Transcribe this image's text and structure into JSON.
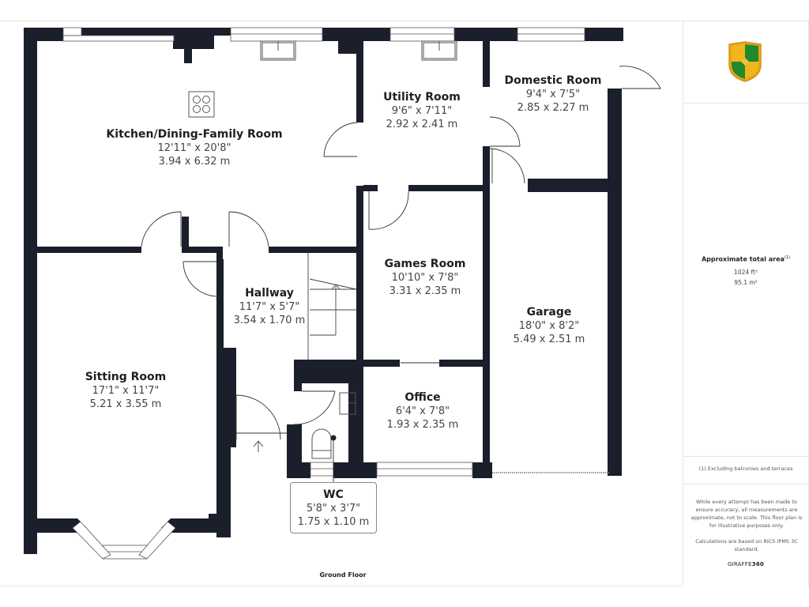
{
  "floor": {
    "name": "Ground Floor",
    "wall_color": "#1b1f2b",
    "rooms": [
      {
        "id": "kitchen",
        "name": "Kitchen/Dining-Family Room",
        "imperial": "12'11\" x 20'8\"",
        "metric": "3.94 x 6.32 m"
      },
      {
        "id": "utility",
        "name": "Utility Room",
        "imperial": "9'6\" x 7'11\"",
        "metric": "2.92 x 2.41 m"
      },
      {
        "id": "domestic",
        "name": "Domestic Room",
        "imperial": "9'4\" x 7'5\"",
        "metric": "2.85 x 2.27 m"
      },
      {
        "id": "games",
        "name": "Games Room",
        "imperial": "10'10\" x 7'8\"",
        "metric": "3.31 x 2.35 m"
      },
      {
        "id": "hallway",
        "name": "Hallway",
        "imperial": "11'7\" x 5'7\"",
        "metric": "3.54 x 1.70 m"
      },
      {
        "id": "garage",
        "name": "Garage",
        "imperial": "18'0\" x 8'2\"",
        "metric": "5.49 x 2.51 m"
      },
      {
        "id": "sitting",
        "name": "Sitting Room",
        "imperial": "17'1\" x 11'7\"",
        "metric": "5.21 x 3.55 m"
      },
      {
        "id": "office",
        "name": "Office",
        "imperial": "6'4\" x 7'8\"",
        "metric": "1.93 x 2.35 m"
      },
      {
        "id": "wc",
        "name": "WC",
        "imperial": "5'8\" x 3'7\"",
        "metric": "1.75 x 1.10 m"
      }
    ]
  },
  "sidebar": {
    "logo_icon": "shield-crest-logo",
    "logo_colors": {
      "gold": "#f2b51c",
      "green": "#1f8a2c"
    },
    "area_title": "Approximate total area",
    "area_note_marker": "(1)",
    "area_sqft": "1024 ft²",
    "area_sqm": "95.1 m²",
    "footnote": "(1) Excluding balconies and terraces",
    "disclaimer": "While every attempt has been made to ensure accuracy, all measurements are approximate, not to scale. This floor plan is for illustrative purposes only.",
    "calculations": "Calculations are based on RICS IPMS 3C standard.",
    "brand_prefix": "GIRAFFE",
    "brand_suffix": "360"
  }
}
